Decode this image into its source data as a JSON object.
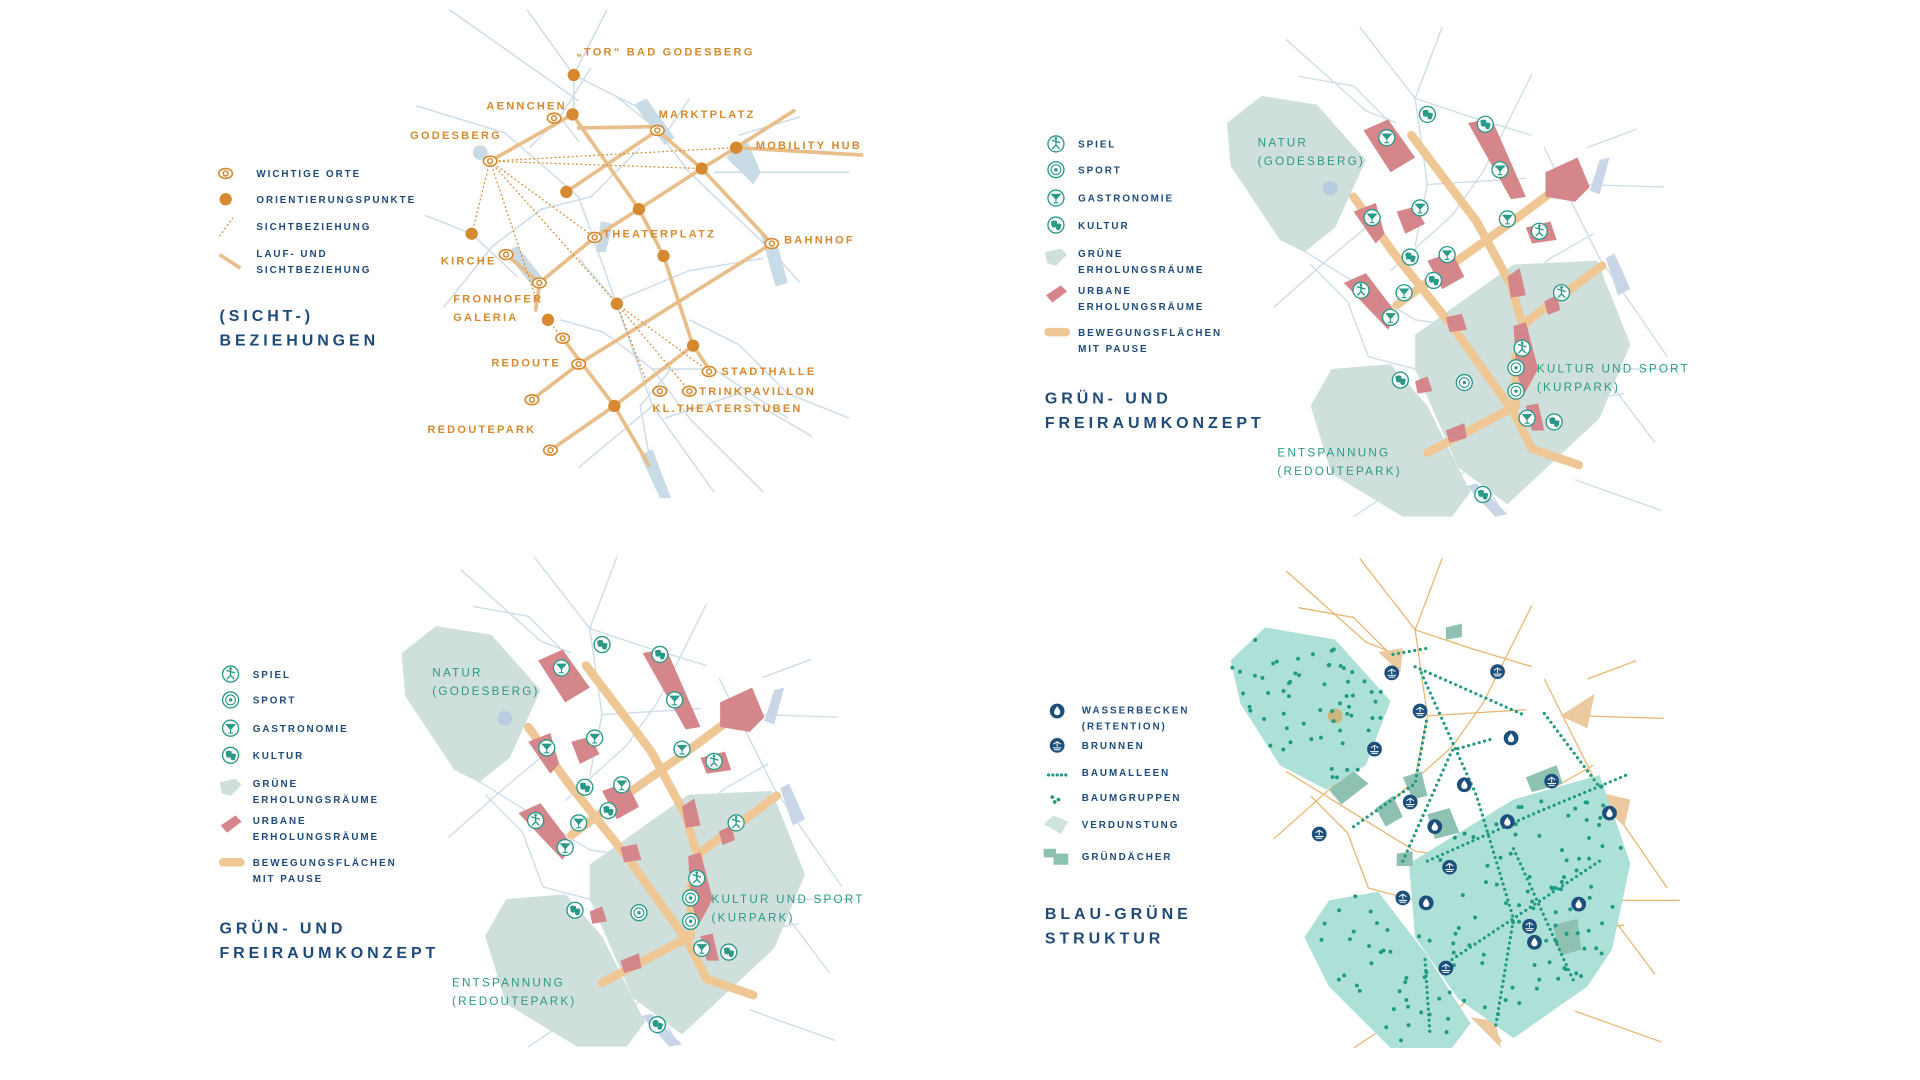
{
  "panel_sicht": {
    "title": [
      "(SICHT-)",
      "BEZIEHUNGEN"
    ],
    "legend": [
      [
        "WICHTIGE ORTE"
      ],
      [
        "ORIENTIERUNGSPUNKTE"
      ],
      [
        "SICHTBEZIEHUNG"
      ],
      [
        "LAUF- UND",
        "SICHTBEZIEHUNG"
      ]
    ],
    "places": [
      "„TOR“ BAD GODESBERG",
      "AENNCHEN",
      "MARKTPLATZ",
      "MOBILITY HUB",
      "GODESBERG",
      "THEATERPLATZ",
      "BAHNHOF",
      "KIRCHE",
      "FRONHOFER",
      "GALERIA",
      "REDOUTE",
      "STADTHALLE",
      "TRINKPAVILLON",
      "KL.THEATERSTUBEN",
      "REDOUTEPARK"
    ]
  },
  "panel_gruen": {
    "title": [
      "GRÜN- UND",
      "FREIRAUMKONZEPT"
    ],
    "legend": [
      [
        "SPIEL"
      ],
      [
        "SPORT"
      ],
      [
        "GASTRONOMIE"
      ],
      [
        "KULTUR"
      ],
      [
        "GRÜNE",
        "ERHOLUNGSRÄUME"
      ],
      [
        "URBANE",
        "ERHOLUNGSRÄUME"
      ],
      [
        "BEWEGUNGSFLÄCHEN",
        "MIT PAUSE"
      ]
    ],
    "areas": [
      [
        "NATUR",
        "(GODESBERG)"
      ],
      [
        "KULTUR UND SPORT",
        "(KURPARK)"
      ],
      [
        "ENTSPANNUNG",
        "(REDOUTEPARK)"
      ]
    ]
  },
  "panel_gruen_copy": {
    "title": [
      "GRÜN- UND",
      "FREIRAUMKONZEPT"
    ],
    "legend": [
      [
        "SPIEL"
      ],
      [
        "SPORT"
      ],
      [
        "GASTRONOMIE"
      ],
      [
        "KULTUR"
      ],
      [
        "GRÜNE",
        "ERHOLUNGSRÄUME"
      ],
      [
        "URBANE",
        "ERHOLUNGSRÄUME"
      ],
      [
        "BEWEGUNGSFLÄCHEN",
        "MIT PAUSE"
      ]
    ],
    "areas": [
      [
        "NATUR",
        "(GODESBERG)"
      ],
      [
        "KULTUR UND SPORT",
        "(KURPARK)"
      ],
      [
        "ENTSPANNUNG",
        "(REDOUTEPARK)"
      ]
    ]
  },
  "panel_blau": {
    "title": [
      "BLAU-GRÜNE",
      "STRUKTUR"
    ],
    "legend": [
      [
        "WASSERBECKEN",
        "(RETENTION)"
      ],
      [
        "BRUNNEN"
      ],
      [
        "BAUMALLEEN"
      ],
      [
        "BAUMGRUPPEN"
      ],
      [
        "VERDUNSTUNG"
      ],
      [
        "GRÜNDÄCHER"
      ]
    ]
  },
  "colors": {
    "navy": "#1d4a7a",
    "orange": "#d6892e",
    "teal": "#2a9a88",
    "street_blue": "#cddde8",
    "path_beige": "#efc795",
    "urban_pink": "#d4868a",
    "green_area": "#cfe0dc",
    "blue_green_area": "#ade0d6"
  }
}
